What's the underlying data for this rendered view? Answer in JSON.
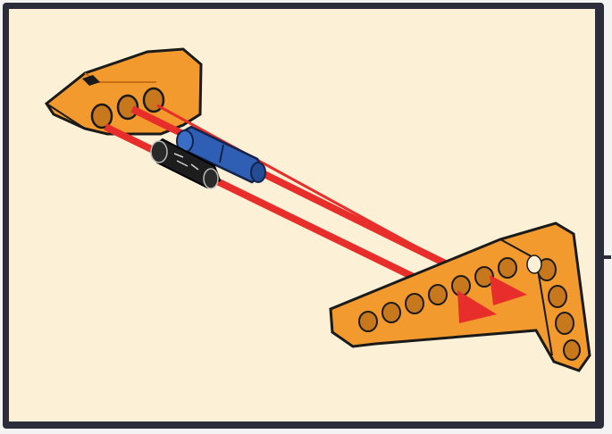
{
  "illustration": {
    "frame_color": "#2b2e3a",
    "background_color": "#fcf0d6",
    "parts": [
      {
        "name": "orange-angled-beam-top-left",
        "color": "#f39a2e"
      },
      {
        "name": "blue-axle-pin",
        "color": "#2f5fb4"
      },
      {
        "name": "black-friction-pin",
        "color": "#1d1d1d"
      },
      {
        "name": "orange-l-shaped-beam",
        "color": "#f39a2e"
      }
    ],
    "arrow_color": "#e82e2a"
  }
}
